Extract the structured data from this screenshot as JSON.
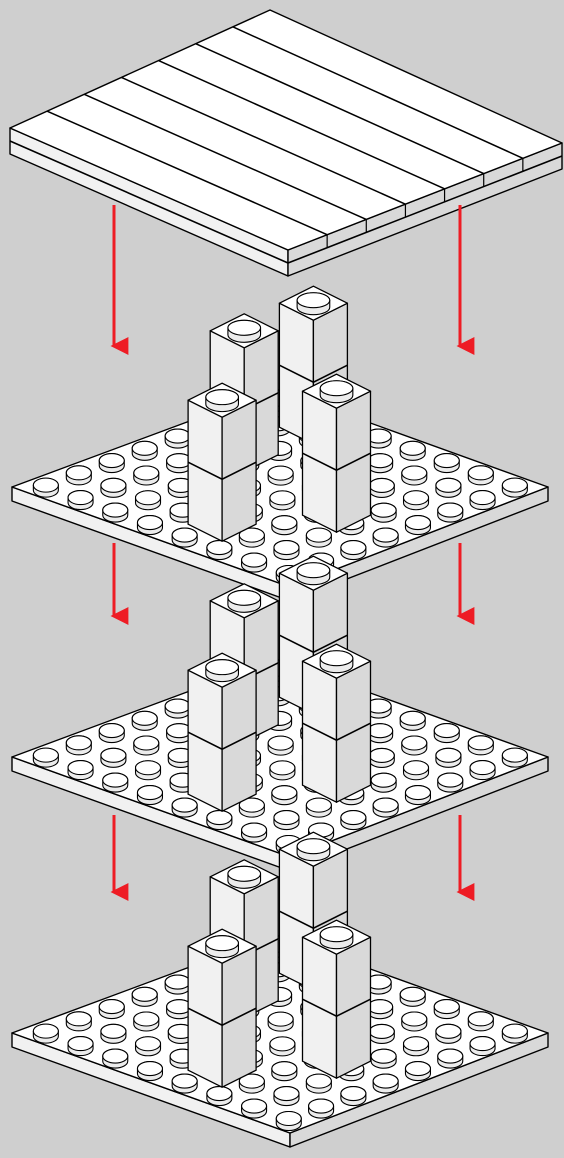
{
  "diagram": {
    "caption": "",
    "background_color": "#cfcfcf",
    "arrow_color": "#ee1c24",
    "outline_color": "#000000",
    "top_face_color": "#ffffff",
    "left_face_color": "#f1f1f1",
    "right_face_color": "#d9d9d9",
    "roof": {
      "name": "tile-roof-plate",
      "tile_strips": 7,
      "layers": 2
    },
    "baseplates": [
      {
        "name": "baseplate-upper",
        "studs_per_side": 8,
        "corner_columns": 4,
        "column_height_bricks": 2
      },
      {
        "name": "baseplate-middle",
        "studs_per_side": 8,
        "corner_columns": 4,
        "column_height_bricks": 2
      },
      {
        "name": "baseplate-lower",
        "studs_per_side": 8,
        "corner_columns": 4,
        "column_height_bricks": 2
      }
    ],
    "arrows": [
      {
        "name": "arrow-roof-to-upper-left"
      },
      {
        "name": "arrow-roof-to-upper-right"
      },
      {
        "name": "arrow-upper-to-middle-left"
      },
      {
        "name": "arrow-upper-to-middle-right"
      },
      {
        "name": "arrow-middle-to-lower-left"
      },
      {
        "name": "arrow-middle-to-lower-right"
      }
    ]
  }
}
